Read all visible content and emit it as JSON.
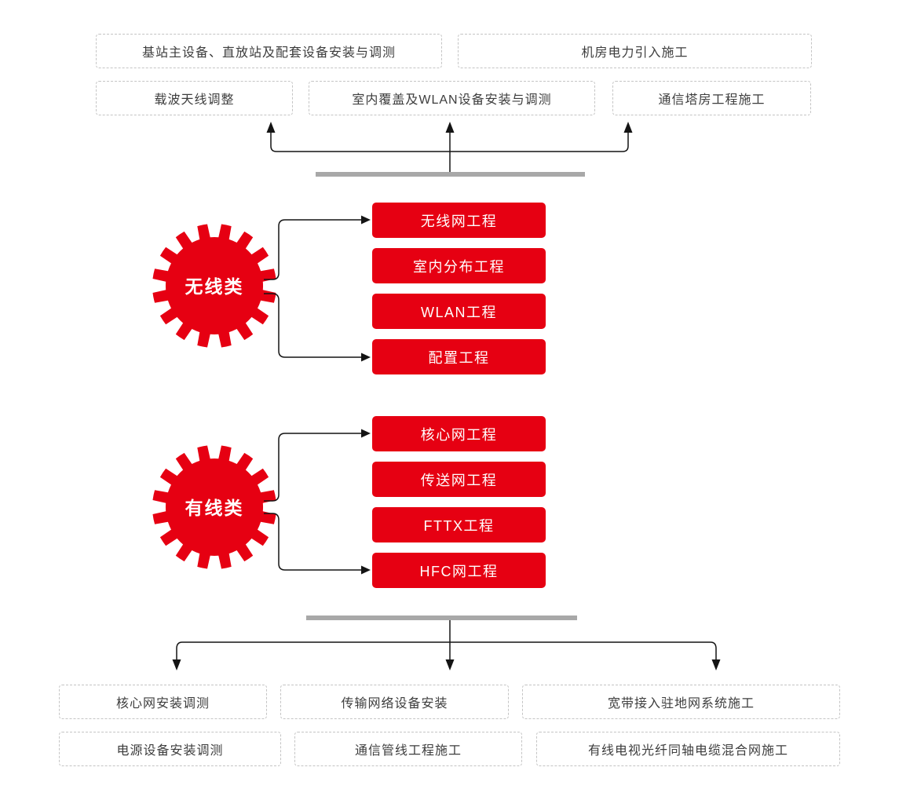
{
  "top_outputs": {
    "row1": [
      "基站主设备、直放站及配套设备安装与调测",
      "机房电力引入施工"
    ],
    "row2": [
      "载波天线调整",
      "室内覆盖及WLAN设备安装与调测",
      "通信塔房工程施工"
    ]
  },
  "groups": [
    {
      "gear_label": "无线类",
      "items": [
        "无线网工程",
        "室内分布工程",
        "WLAN工程",
        "配置工程"
      ]
    },
    {
      "gear_label": "有线类",
      "items": [
        "核心网工程",
        "传送网工程",
        "FTTX工程",
        "HFC网工程"
      ]
    }
  ],
  "bottom_outputs": {
    "row1": [
      "核心网安装调测",
      "传输网络设备安装",
      "宽带接入驻地网系统施工"
    ],
    "row2": [
      "电源设备安装调测",
      "通信管线工程施工",
      "有线电视光纤同轴电缆混合网施工"
    ]
  },
  "colors": {
    "accent_red": "#e60012",
    "divider_gray": "#a8a8a8",
    "connector_black": "#141414",
    "dashed_border_gray": "#c4c4c4",
    "box_text_gray": "#3d3d3d"
  }
}
